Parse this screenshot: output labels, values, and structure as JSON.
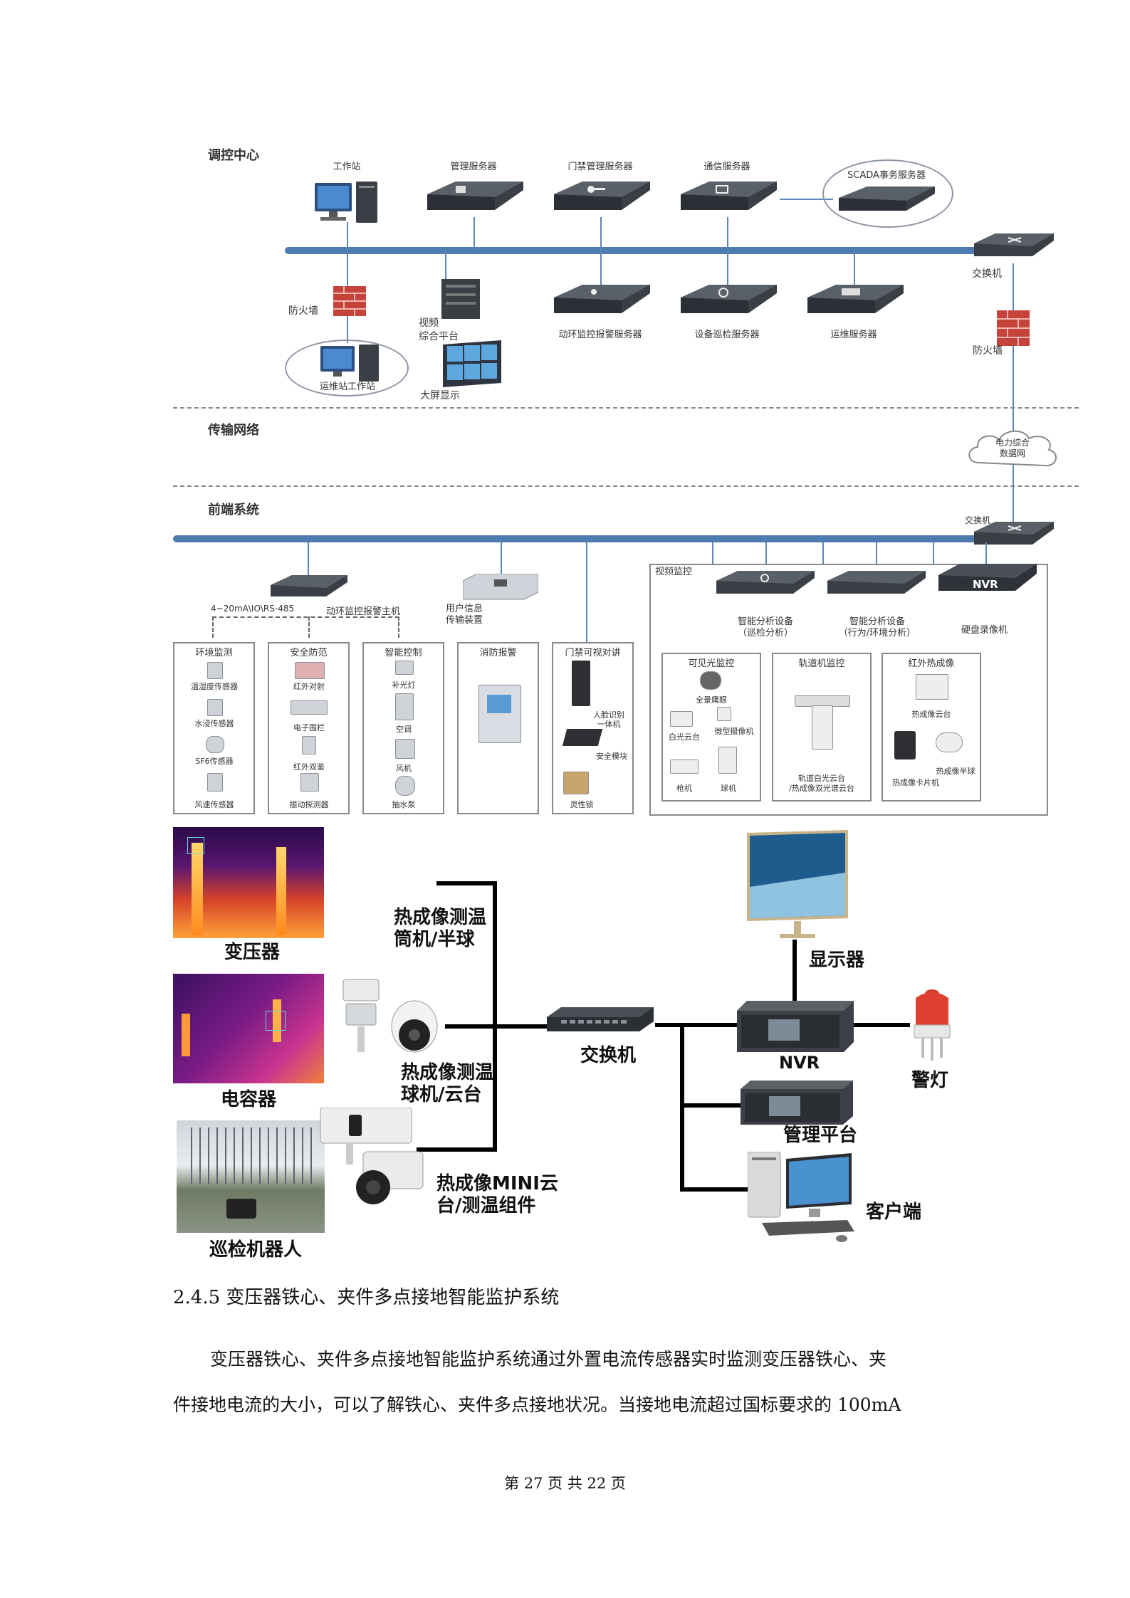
{
  "diagram": {
    "sections": {
      "control_center": "调控中心",
      "transmission": "传输网络",
      "front_end": "前端系统"
    },
    "top": {
      "workstation": "工作站",
      "mgmt_server": "管理服务器",
      "access_server": "门禁管理服务器",
      "comm_server": "通信服务器",
      "scada_server": "SCADA事务服务器",
      "switch": "交换机",
      "firewall_left": "防火墙",
      "video_platform": "视频\n综合平台",
      "big_screen": "大屏显示",
      "ops_station": "运维站工作站",
      "env_alarm_server": "动环监控报警服务器",
      "inspection_server": "设备巡检服务器",
      "ops_server": "运维服务器",
      "firewall_right": "防火墙"
    },
    "cloud": "电力综合\n数据网",
    "front": {
      "switch": "交换机",
      "io_label": "4~20mA\\IO\\RS-485",
      "env_host": "动环监控报警主机",
      "user_info": "用户信息\n传输装置",
      "video_monitor": "视频监控",
      "smart_analysis_1": "智能分析设备\n（巡检分析）",
      "smart_analysis_2": "智能分析设备\n（行为/环境分析）",
      "nvr": "NVR",
      "nvr_label": "硬盘录像机"
    },
    "boxes": [
      {
        "title": "环境监测",
        "items": [
          "温湿度传感器",
          "水浸传感器",
          "SF6传感器",
          "风速传感器"
        ]
      },
      {
        "title": "安全防范",
        "items": [
          "红外对射",
          "电子围栏",
          "红外双鉴",
          "振动探测器"
        ]
      },
      {
        "title": "智能控制",
        "items": [
          "补光灯",
          "空调",
          "风机",
          "抽水泵"
        ]
      },
      {
        "title": "消防报警",
        "items": []
      },
      {
        "title": "门禁可视对讲",
        "items": [
          "人脸识别\n一体机",
          "安全模块",
          "灵性锁"
        ]
      },
      {
        "title": "可见光监控",
        "items": [
          "全景鹰眼",
          "白光云台",
          "微型摄像机",
          "枪机",
          "球机"
        ]
      },
      {
        "title": "轨道机监控",
        "items": [
          "轨道白光云台\n/热成像双光谱云台"
        ]
      },
      {
        "title": "红外热成像",
        "items": [
          "热成像云台",
          "热成像卡片机",
          "热成像半球"
        ]
      }
    ]
  },
  "figure2": {
    "transformer": "变压器",
    "capacitor": "电容器",
    "robot": "巡检机器人",
    "cam1": "热成像测温\n筒机/半球",
    "cam2": "热成像测温\n球机/云台",
    "cam3": "热成像MINI云\n台/测温组件",
    "switch": "交换机",
    "display": "显示器",
    "nvr": "NVR",
    "alarm_light": "警灯",
    "mgmt_platform": "管理平台",
    "client": "客户端"
  },
  "text": {
    "heading": "2.4.5  变压器铁心、夹件多点接地智能监护系统",
    "para1": "变压器铁心、夹件多点接地智能监护系统通过外置电流传感器实时监测变压器铁心、夹",
    "para2": "件接地电流的大小，可以了解铁心、夹件多点接地状况。当接地电流超过国标要求的 100mA"
  },
  "footer": "第  27  页  共  22 页"
}
